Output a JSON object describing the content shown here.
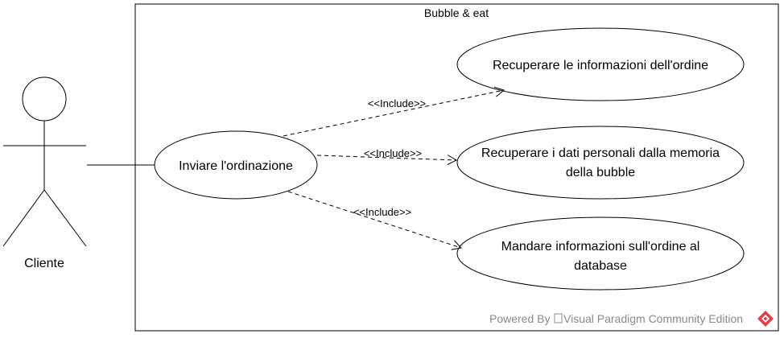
{
  "system": {
    "name": "Bubble & eat"
  },
  "actor": {
    "name": "Cliente"
  },
  "use_cases": {
    "main": {
      "lines": [
        "Inviare l'ordinazione"
      ]
    },
    "recuperare_info": {
      "lines": [
        "Recuperare le informazioni dell'ordine"
      ]
    },
    "recuperare_dati": {
      "lines": [
        "Recuperare i dati personali dalla memoria",
        "della bubble"
      ]
    },
    "mandare_info": {
      "lines": [
        "Mandare informazioni sull'ordine al",
        "database"
      ]
    }
  },
  "relations": {
    "include_1": "<<Include>>",
    "include_2": "<<Include>>",
    "include_3": "<<Include>>"
  },
  "footer": {
    "powered": "Powered By",
    "brand": "Visual Paradigm Community Edition"
  },
  "colors": {
    "line": "#000000",
    "footer_text": "#8a8a8a",
    "logo": "#e0404a"
  }
}
